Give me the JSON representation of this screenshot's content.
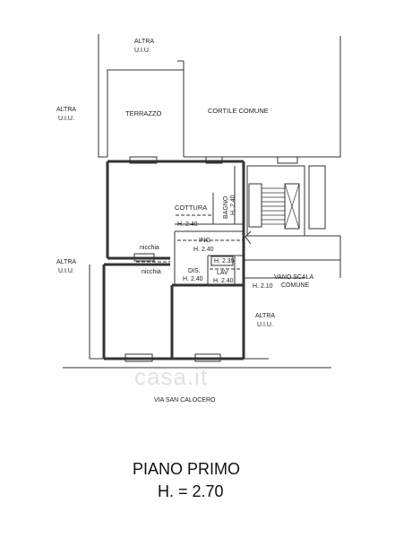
{
  "labels": {
    "altra": "ALTRA",
    "uiu": "U.I.U.",
    "terrazzo": "TERRAZZO",
    "cortile_comune": "CORTILE COMUNE",
    "cottura": "COTTURA",
    "bagno": "BAGNO",
    "bagno_h": "H. 2.40",
    "cottura_h": "H. 2.40",
    "ing": "ING",
    "ing_h": "H. 2.40",
    "nicchia": "nicchia",
    "dis": "DIS.",
    "dis_h": "H. 2.40",
    "lav_top_h": "H. 2.35",
    "lav": "LAV",
    "lav_h": "H. 2.40",
    "h210": "H. 2.10",
    "vano_scala": "VANO SCALA",
    "comune": "COMUNE",
    "street": "VIA SAN CALOCERO"
  },
  "watermark": "casa.it",
  "title": {
    "main": "PIANO PRIMO",
    "height": "H. = 2.70"
  },
  "colors": {
    "line": "#333333",
    "text": "#222222"
  }
}
